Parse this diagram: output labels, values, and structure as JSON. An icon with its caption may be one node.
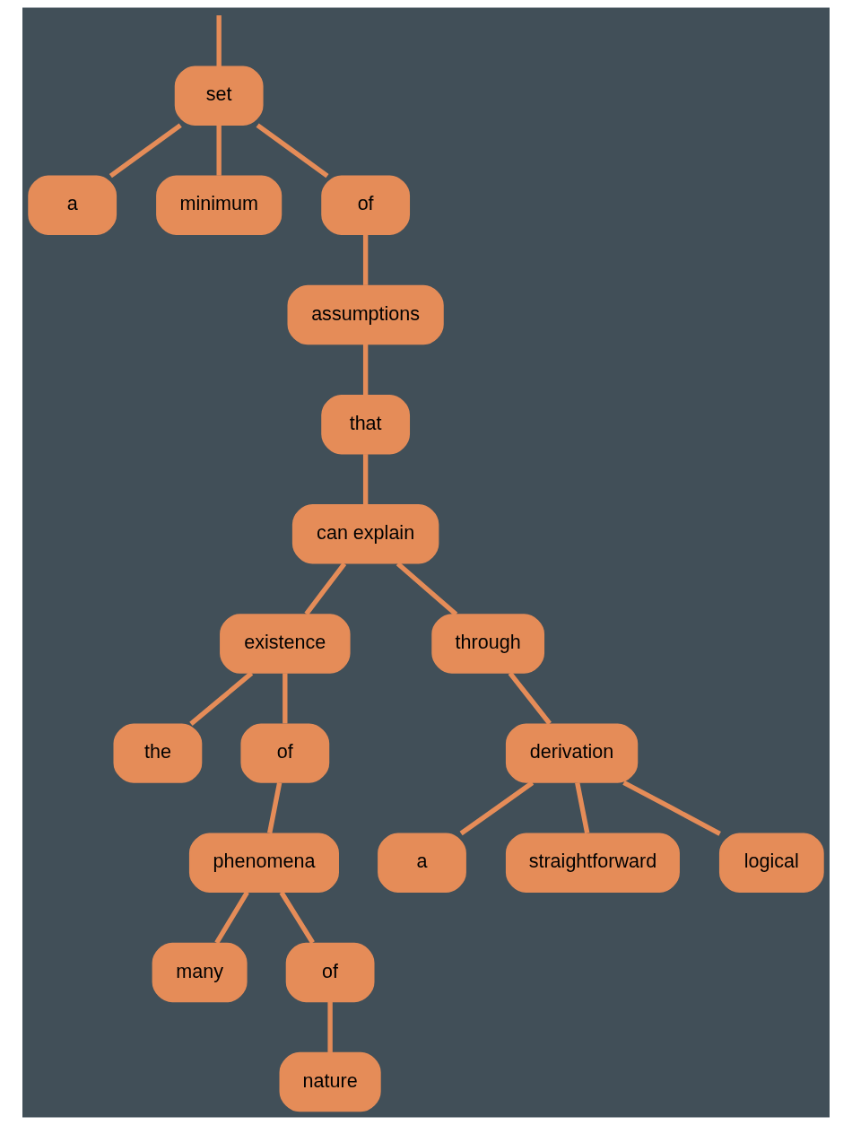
{
  "diagram": {
    "nodes": [
      {
        "text": [
          "set"
        ]
      },
      {
        "text": [
          "a"
        ]
      },
      {
        "text": [
          "minimum"
        ]
      },
      {
        "text": [
          "of"
        ]
      },
      {
        "text": [
          "assumptions"
        ]
      },
      {
        "text": [
          "that"
        ]
      },
      {
        "text": [
          "can explain"
        ]
      },
      {
        "text": [
          "existence"
        ]
      },
      {
        "text": [
          "through"
        ]
      },
      {
        "text": [
          "the"
        ]
      },
      {
        "text": [
          "of"
        ]
      },
      {
        "text": [
          "phenomena"
        ]
      },
      {
        "text": [
          "derivation"
        ]
      },
      {
        "text": [
          "many"
        ]
      },
      {
        "text": [
          "of"
        ]
      },
      {
        "text": [
          "nature"
        ]
      },
      {
        "text": [
          "a"
        ]
      },
      {
        "text": [
          "straightforward"
        ]
      },
      {
        "text": [
          "logical"
        ]
      }
    ],
    "edges": [
      {
        "from": null,
        "to": 0,
        "arrow": "none"
      },
      {
        "from": 0,
        "to": 1,
        "arrow": "none"
      },
      {
        "from": 0,
        "to": 2,
        "arrow": "none"
      },
      {
        "from": 0,
        "to": 3,
        "arrow": "none"
      },
      {
        "from": 3,
        "to": 4,
        "arrow": "none"
      },
      {
        "from": 4,
        "to": 5,
        "arrow": "none"
      },
      {
        "from": 5,
        "to": 6,
        "arrow": "none"
      },
      {
        "from": 6,
        "to": 7,
        "arrow": "none"
      },
      {
        "from": 6,
        "to": 8,
        "arrow": "none"
      },
      {
        "from": 7,
        "to": 9,
        "arrow": "none"
      },
      {
        "from": 7,
        "to": 10,
        "arrow": "none"
      },
      {
        "from": 10,
        "to": 11,
        "arrow": "none"
      },
      {
        "from": 8,
        "to": 12,
        "arrow": "none"
      },
      {
        "from": 11,
        "to": 13,
        "arrow": "none"
      },
      {
        "from": 11,
        "to": 14,
        "arrow": "none"
      },
      {
        "from": 14,
        "to": 15,
        "arrow": "none"
      },
      {
        "from": 12,
        "to": 16,
        "arrow": "none"
      },
      {
        "from": 12,
        "to": 17,
        "arrow": "none"
      },
      {
        "from": 12,
        "to": 18,
        "arrow": "none"
      }
    ]
  }
}
